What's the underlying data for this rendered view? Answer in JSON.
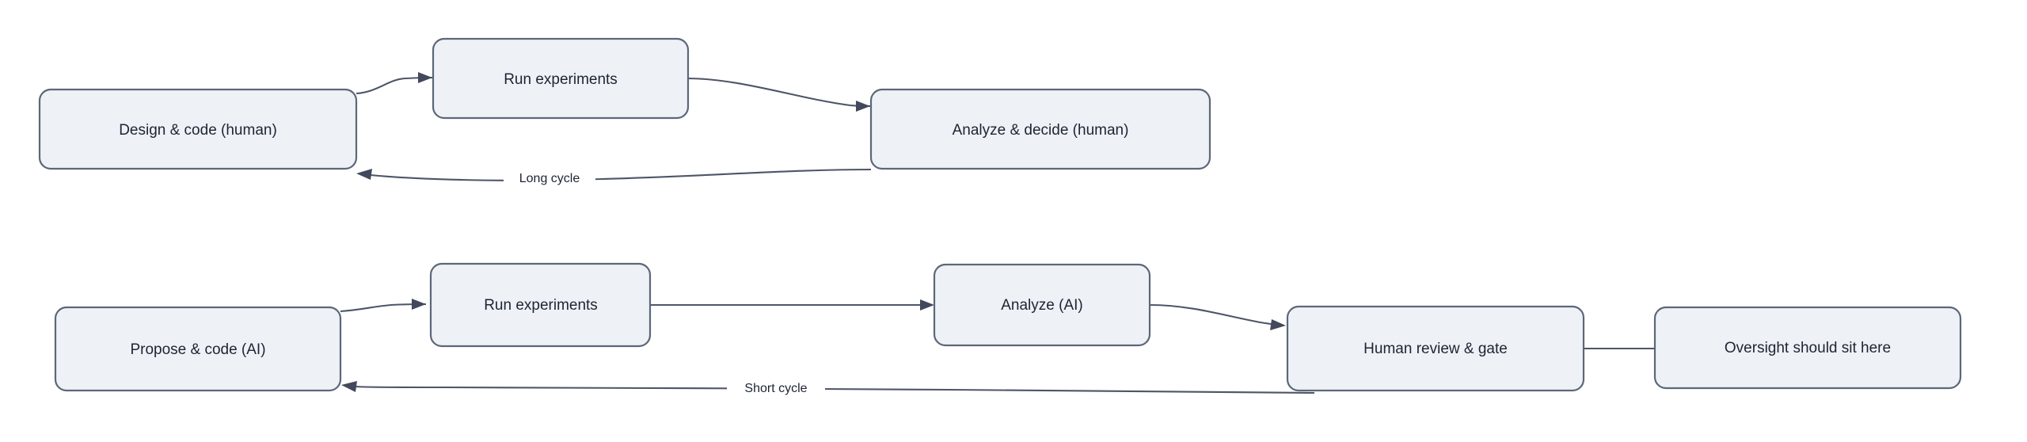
{
  "diagram": {
    "type": "flowchart",
    "orientation": "left-to-right",
    "background_color": "#ffffff",
    "node_fill_color": "#eef1f6",
    "node_border_color": "#5d6779",
    "node_text_color": "#1d2433",
    "edge_color": "#4e5568",
    "rows": [
      {
        "id": "row-long-cycle",
        "cycle_label": "Long cycle",
        "nodes": [
          {
            "id": "design-code-human",
            "label": "Design & code (human)"
          },
          {
            "id": "run-experiments-human",
            "label": "Run experiments"
          },
          {
            "id": "analyze-decide-human",
            "label": "Analyze & decide (human)"
          }
        ],
        "edges": [
          {
            "id": "edge-design-to-run",
            "from": "design-code-human",
            "to": "run-experiments-human",
            "label": "",
            "arrow": true
          },
          {
            "id": "edge-run-to-analyze",
            "from": "run-experiments-human",
            "to": "analyze-decide-human",
            "label": "",
            "arrow": true
          },
          {
            "id": "edge-analyze-to-design",
            "from": "analyze-decide-human",
            "to": "design-code-human",
            "label": "Long cycle",
            "arrow": true
          }
        ]
      },
      {
        "id": "row-short-cycle",
        "cycle_label": "Short cycle",
        "nodes": [
          {
            "id": "propose-code-ai",
            "label": "Propose & code (AI)"
          },
          {
            "id": "run-experiments-ai",
            "label": "Run experiments"
          },
          {
            "id": "analyze-ai",
            "label": "Analyze (AI)"
          },
          {
            "id": "human-review-gate",
            "label": "Human review & gate"
          },
          {
            "id": "oversight-note",
            "label": "Oversight should sit here"
          }
        ],
        "edges": [
          {
            "id": "edge-propose-to-run",
            "from": "propose-code-ai",
            "to": "run-experiments-ai",
            "label": "",
            "arrow": true
          },
          {
            "id": "edge-run-to-analyze-ai",
            "from": "run-experiments-ai",
            "to": "analyze-ai",
            "label": "",
            "arrow": true
          },
          {
            "id": "edge-analyze-to-review",
            "from": "analyze-ai",
            "to": "human-review-gate",
            "label": "",
            "arrow": true
          },
          {
            "id": "edge-review-to-oversight",
            "from": "human-review-gate",
            "to": "oversight-note",
            "label": "",
            "arrow": false
          },
          {
            "id": "edge-review-to-propose",
            "from": "human-review-gate",
            "to": "propose-code-ai",
            "label": "Short cycle",
            "arrow": true
          }
        ]
      }
    ]
  }
}
